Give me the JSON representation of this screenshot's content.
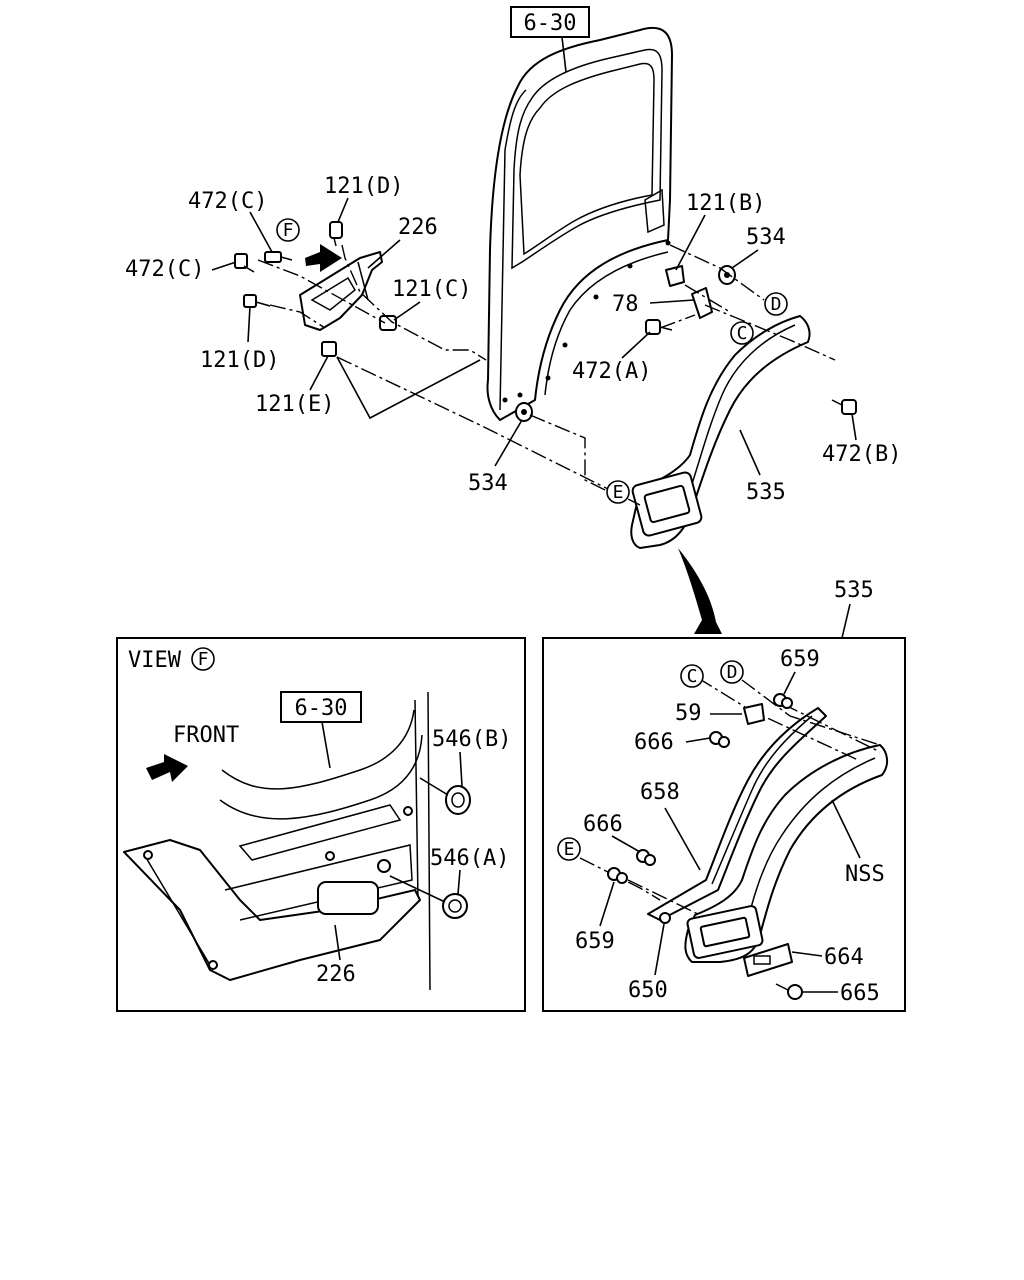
{
  "refs": {
    "ref_6_30": "6-30",
    "ref_6_30_view": "6-30"
  },
  "labels": {
    "l472c_top": "472(C)",
    "l121d_top": "121(D)",
    "l226_top": "226",
    "l472c_left": "472(C)",
    "l121c": "121(C)",
    "l121d_bottom": "121(D)",
    "l121e": "121(E)",
    "l121b": "121(B)",
    "l534_right": "534",
    "l78": "78",
    "l472a": "472(A)",
    "l472b": "472(B)",
    "l534_bottom": "534",
    "l535_main": "535",
    "l535_detail": "535"
  },
  "markers": {
    "f": "F",
    "c": "C",
    "d": "D",
    "e": "E"
  },
  "view_panel": {
    "title": "VIEW",
    "title_marker": "F",
    "front": "FRONT",
    "l546b": "546(B)",
    "l546a": "546(A)",
    "l226": "226"
  },
  "detail_panel": {
    "c": "C",
    "d": "D",
    "e": "E",
    "l659_top": "659",
    "l59": "59",
    "l666_top": "666",
    "l658": "658",
    "l666_left": "666",
    "l659_bottom": "659",
    "l650": "650",
    "lnss": "NSS",
    "l664": "664",
    "l665": "665"
  }
}
